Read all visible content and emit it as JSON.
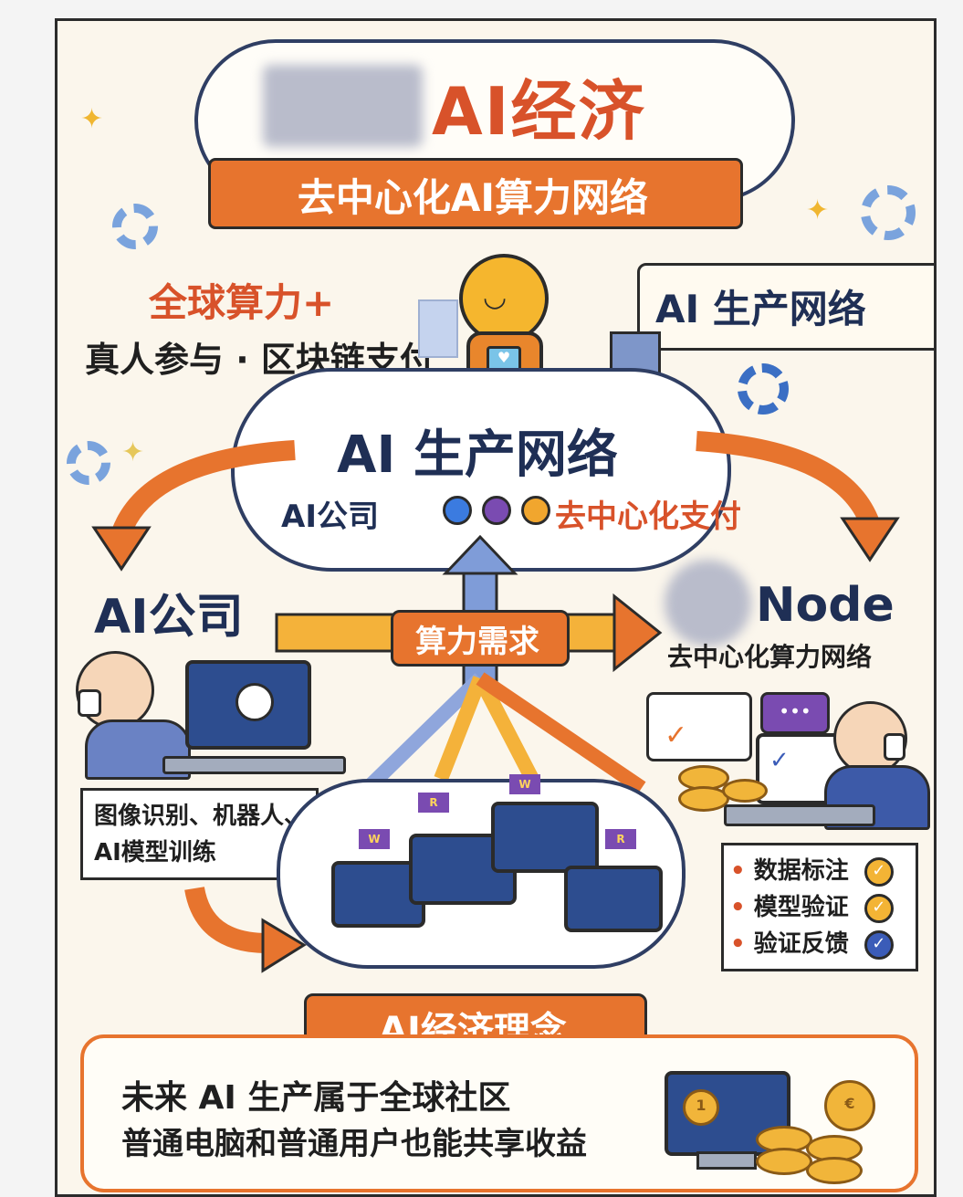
{
  "header": {
    "title": "AI经济",
    "subtitle": "去中心化AI算力网络"
  },
  "top_left": {
    "line1": "全球算力+",
    "line2": "真人参与 · 区块链支付"
  },
  "top_right": {
    "label": "AI 生产网络"
  },
  "central_cloud": {
    "title": "AI 生产网络",
    "left_label": "AI公司",
    "right_label": "去中心化支付"
  },
  "left_party": {
    "title": "AI公司",
    "services_line1": "图像识别、机器人、",
    "services_line2": "AI模型训练"
  },
  "middle_arrow": {
    "label": "算力需求"
  },
  "right_party": {
    "title": "Node",
    "subtitle": "去中心化算力网络"
  },
  "tasks": [
    {
      "label": "数据标注",
      "status": "done"
    },
    {
      "label": "模型验证",
      "status": "done"
    },
    {
      "label": "验证反馈",
      "status": "verified"
    }
  ],
  "bottom": {
    "ribbon": "AI经济理念",
    "line1": "未来 AI 生产属于全球社区",
    "line2": "普通电脑和普通用户也能共享收益"
  },
  "colors": {
    "orange": "#e7742e",
    "navy": "#1f2f55",
    "gold": "#f1b53a",
    "purple": "#7a4bb1"
  }
}
